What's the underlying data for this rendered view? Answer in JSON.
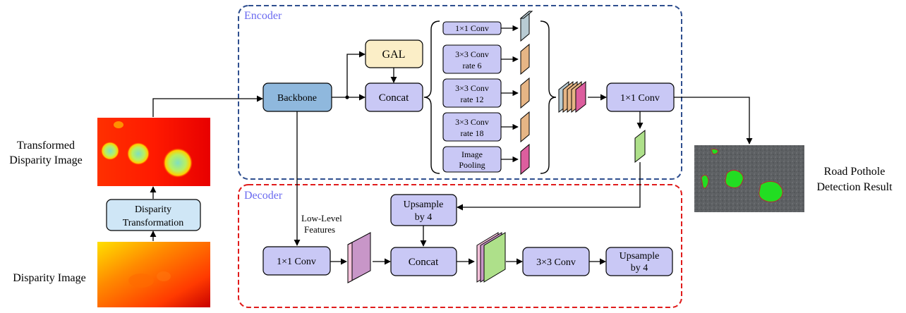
{
  "inputs": {
    "disparity_image_label": "Disparity Image",
    "transformed_label_line1": "Transformed",
    "transformed_label_line2": "Disparity Image",
    "transformation_line1": "Disparity",
    "transformation_line2": "Transformation"
  },
  "encoder": {
    "title": "Encoder",
    "backbone": "Backbone",
    "gal": "GAL",
    "concat": "Concat",
    "aspp": [
      {
        "line1": "1×1 Conv",
        "line2": ""
      },
      {
        "line1": "3×3 Conv",
        "line2": "rate 6"
      },
      {
        "line1": "3×3 Conv",
        "line2": "rate 12"
      },
      {
        "line1": "3×3 Conv",
        "line2": "rate 18"
      },
      {
        "line1": "Image",
        "line2": "Pooling"
      }
    ],
    "out_conv": "1×1 Conv"
  },
  "decoder": {
    "title": "Decoder",
    "low_level_line1": "Low-Level",
    "low_level_line2": "Features",
    "conv1x1": "1×1 Conv",
    "upsample_top_line1": "Upsample",
    "upsample_top_line2": "by 4",
    "concat": "Concat",
    "conv3x3": "3×3 Conv",
    "upsample_out_line1": "Upsample",
    "upsample_out_line2": "by 4"
  },
  "result": {
    "line1": "Road Pothole",
    "line2": "Detection Result"
  },
  "colors": {
    "encoder_border": "#2f4f8f",
    "decoder_border": "#e01b1b",
    "title_text": "#6a6af0",
    "block_fill": "#c9c8f5",
    "backbone_fill": "#8fb8dd",
    "gal_fill": "#fbeec7",
    "transform_fill": "#cfe6f6",
    "feat_gray": "#b8cbd3",
    "feat_orange": "#e6b585",
    "feat_pink": "#dc5e9e",
    "feat_green": "#aee08a",
    "feat_light_pink": "#f6c3dc",
    "feat_mauve": "#c896c8"
  }
}
